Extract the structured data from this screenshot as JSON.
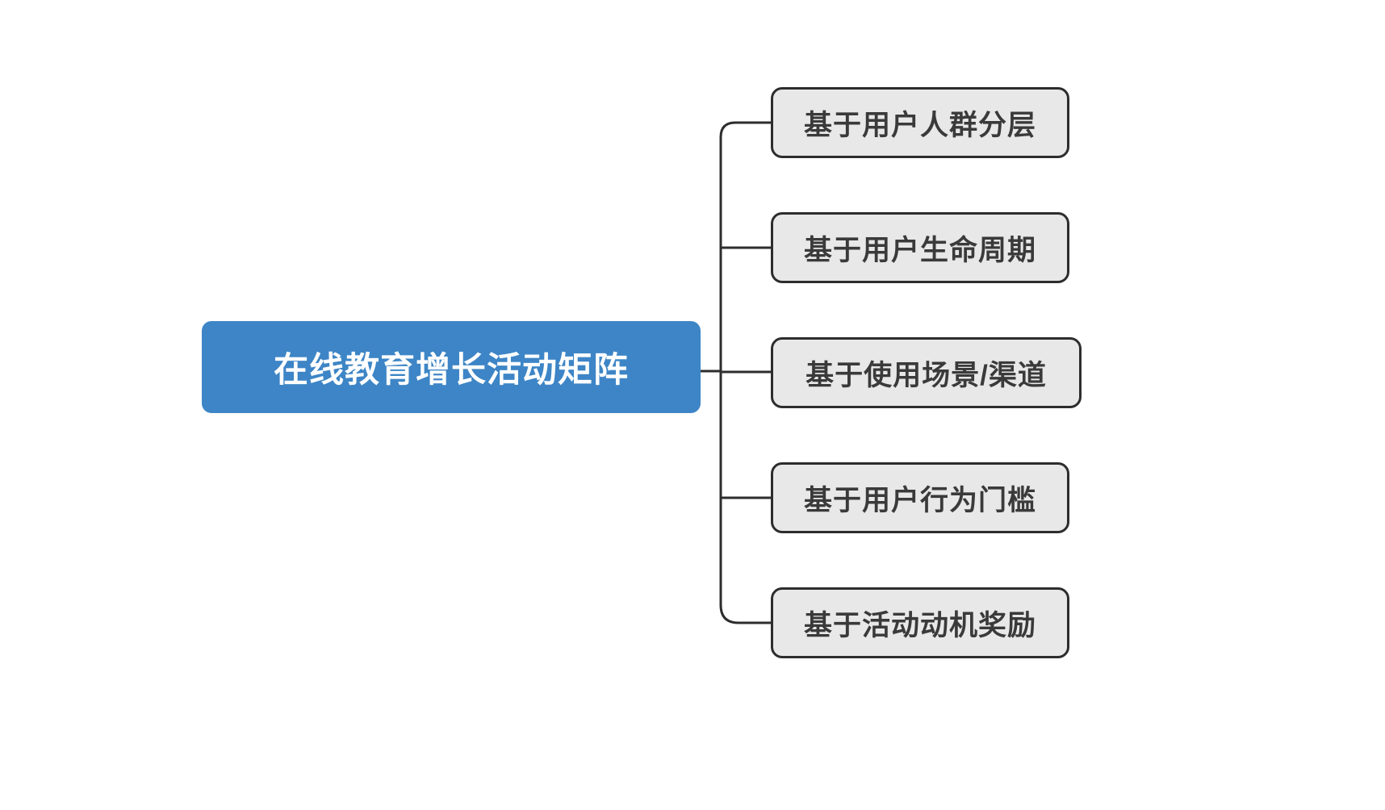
{
  "diagram": {
    "type": "mindmap",
    "orientation": "left-to-right",
    "background_color": "#ffffff",
    "root": {
      "label": "在线教育增长活动矩阵",
      "fill_color": "#3d85c6",
      "text_color": "#ffffff"
    },
    "branch_style": {
      "line_color": "#2d2d2d",
      "line_width": 3,
      "corner_radius": 18,
      "shape": "orthogonal-rounded"
    },
    "child_style": {
      "fill_color": "#e8e8e8",
      "border_color": "#2d2d2d",
      "text_color": "#3a3a3a"
    },
    "children": [
      {
        "label": "基于用户人群分层"
      },
      {
        "label": "基于用户生命周期"
      },
      {
        "label": "基于使用场景/渠道"
      },
      {
        "label": "基于用户行为门槛"
      },
      {
        "label": "基于活动动机奖励"
      }
    ]
  }
}
